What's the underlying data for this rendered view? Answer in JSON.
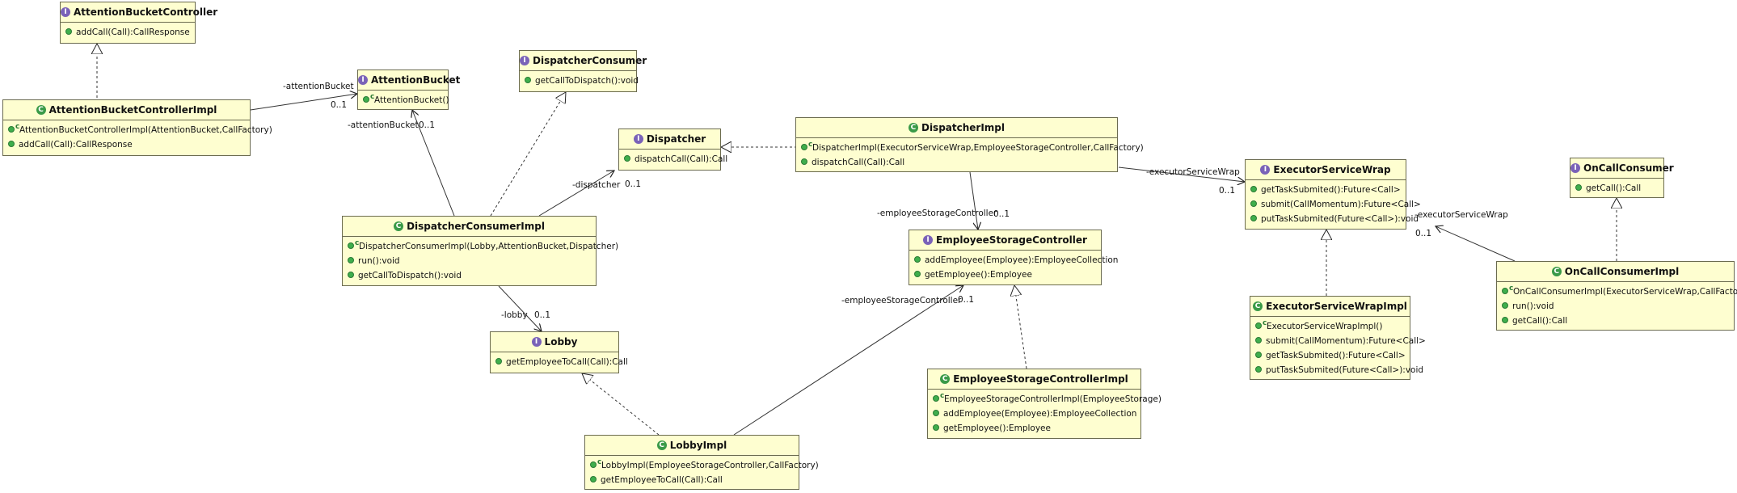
{
  "classes": {
    "attention_bucket_controller": {
      "name": "AttentionBucketController",
      "kind": "interface",
      "members": [
        {
          "text": "addCall(Call):CallResponse",
          "ctor": false
        }
      ]
    },
    "attention_bucket_controller_impl": {
      "name": "AttentionBucketControllerImpl",
      "kind": "class",
      "members": [
        {
          "text": "AttentionBucketControllerImpl(AttentionBucket,CallFactory)",
          "ctor": true
        },
        {
          "text": "addCall(Call):CallResponse",
          "ctor": false
        }
      ]
    },
    "attention_bucket": {
      "name": "AttentionBucket",
      "kind": "interface",
      "members": [
        {
          "text": "AttentionBucket()",
          "ctor": true
        }
      ]
    },
    "dispatcher_consumer": {
      "name": "DispatcherConsumer",
      "kind": "interface",
      "members": [
        {
          "text": "getCallToDispatch():void",
          "ctor": false
        }
      ]
    },
    "dispatcher": {
      "name": "Dispatcher",
      "kind": "interface",
      "members": [
        {
          "text": "dispatchCall(Call):Call",
          "ctor": false
        }
      ]
    },
    "dispatcher_impl": {
      "name": "DispatcherImpl",
      "kind": "class",
      "members": [
        {
          "text": "DispatcherImpl(ExecutorServiceWrap,EmployeeStorageController,CallFactory)",
          "ctor": true
        },
        {
          "text": "dispatchCall(Call):Call",
          "ctor": false
        }
      ]
    },
    "dispatcher_consumer_impl": {
      "name": "DispatcherConsumerImpl",
      "kind": "class",
      "members": [
        {
          "text": "DispatcherConsumerImpl(Lobby,AttentionBucket,Dispatcher)",
          "ctor": true
        },
        {
          "text": "run():void",
          "ctor": false
        },
        {
          "text": "getCallToDispatch():void",
          "ctor": false
        }
      ]
    },
    "employee_storage_controller": {
      "name": "EmployeeStorageController",
      "kind": "interface",
      "members": [
        {
          "text": "addEmployee(Employee):EmployeeCollection",
          "ctor": false
        },
        {
          "text": "getEmployee():Employee",
          "ctor": false
        }
      ]
    },
    "lobby": {
      "name": "Lobby",
      "kind": "interface",
      "members": [
        {
          "text": "getEmployeeToCall(Call):Call",
          "ctor": false
        }
      ]
    },
    "lobby_impl": {
      "name": "LobbyImpl",
      "kind": "class",
      "members": [
        {
          "text": "LobbyImpl(EmployeeStorageController,CallFactory)",
          "ctor": true
        },
        {
          "text": "getEmployeeToCall(Call):Call",
          "ctor": false
        }
      ]
    },
    "employee_storage_controller_impl": {
      "name": "EmployeeStorageControllerImpl",
      "kind": "class",
      "members": [
        {
          "text": "EmployeeStorageControllerImpl(EmployeeStorage)",
          "ctor": true
        },
        {
          "text": "addEmployee(Employee):EmployeeCollection",
          "ctor": false
        },
        {
          "text": "getEmployee():Employee",
          "ctor": false
        }
      ]
    },
    "executor_service_wrap": {
      "name": "ExecutorServiceWrap",
      "kind": "interface",
      "members": [
        {
          "text": "getTaskSubmited():Future<Call>",
          "ctor": false
        },
        {
          "text": "submit(CallMomentum):Future<Call>",
          "ctor": false
        },
        {
          "text": "putTaskSubmited(Future<Call>):void",
          "ctor": false
        }
      ]
    },
    "executor_service_wrap_impl": {
      "name": "ExecutorServiceWrapImpl",
      "kind": "class",
      "members": [
        {
          "text": "ExecutorServiceWrapImpl()",
          "ctor": true
        },
        {
          "text": "submit(CallMomentum):Future<Call>",
          "ctor": false
        },
        {
          "text": "getTaskSubmited():Future<Call>",
          "ctor": false
        },
        {
          "text": "putTaskSubmited(Future<Call>):void",
          "ctor": false
        }
      ]
    },
    "on_call_consumer": {
      "name": "OnCallConsumer",
      "kind": "interface",
      "members": [
        {
          "text": "getCall():Call",
          "ctor": false
        }
      ]
    },
    "on_call_consumer_impl": {
      "name": "OnCallConsumerImpl",
      "kind": "class",
      "members": [
        {
          "text": "OnCallConsumerImpl(ExecutorServiceWrap,CallFactory)",
          "ctor": true
        },
        {
          "text": "run():void",
          "ctor": false
        },
        {
          "text": "getCall():Call",
          "ctor": false
        }
      ]
    }
  },
  "labels": {
    "abci_role": "-attentionBucket",
    "abci_mult": "0..1",
    "dci_ab_role": "-attentionBucket",
    "dci_ab_mult": "0..1",
    "dci_disp_role": "-dispatcher",
    "dci_disp_mult": "0..1",
    "dci_lobby_role": "-lobby",
    "dci_lobby_mult": "0..1",
    "di_esc_role": "-employeeStorageController",
    "di_esc_mult": "0..1",
    "di_esw_role": "-executorServiceWrap",
    "di_esw_mult": "0..1",
    "li_esc_role": "-employeeStorageController",
    "li_esc_mult": "0..1",
    "occi_esw_role": "-executorServiceWrap",
    "occi_esw_mult": "0..1"
  },
  "colors": {
    "box_fill": "#fefed0",
    "box_border": "#6b6b4f",
    "interface_badge": "#7a62b8",
    "class_badge": "#3a9a48",
    "method_marker": "#3fae4c"
  }
}
